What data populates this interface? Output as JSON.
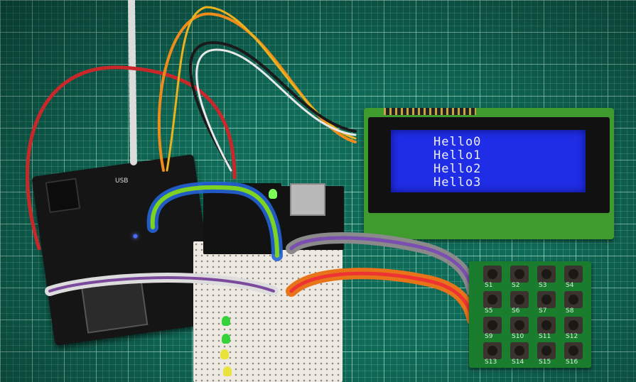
{
  "scene": {
    "lcd": {
      "lines": [
        "Hello0",
        "Hello1",
        "Hello2",
        "Hello3"
      ],
      "backlight_color": "#1f2de6"
    },
    "keypad": {
      "keys": [
        "S1",
        "S2",
        "S3",
        "S4",
        "S5",
        "S6",
        "S7",
        "S8",
        "S9",
        "S10",
        "S11",
        "S12",
        "S13",
        "S14",
        "S15",
        "S16"
      ]
    },
    "board": {
      "usb_label": "USB"
    },
    "mat_color": "#0f6a57"
  }
}
